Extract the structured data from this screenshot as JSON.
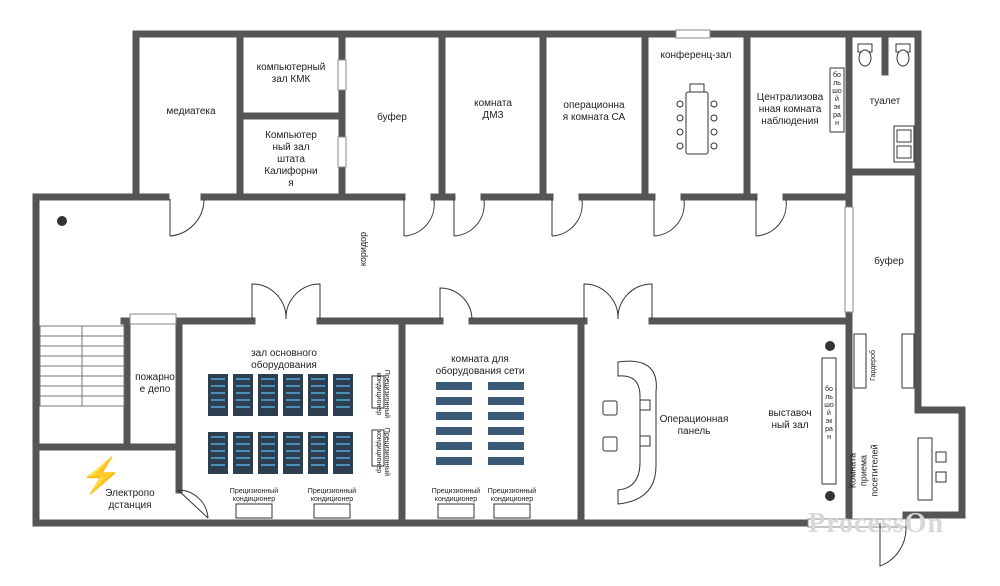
{
  "plan": {
    "rooms": {
      "mediateka": "медиатека",
      "kmk_room": "компьютерный\nзал КМК",
      "california_room": "Компьютер\nный зал\nштата\nКалифорни\nя",
      "buffer_top": "буфер",
      "dmz_room": "комната\nДМЗ",
      "ops_room_ca": "операционна\nя комната СА",
      "conference": "конференц-зал",
      "monitoring": "Централизова\nнная комната\nнаблюдения",
      "toilet": "туалет",
      "corridor": "коридор",
      "buffer_right": "буфер",
      "fire_depot": "пожарно\nе депо",
      "power_station": "Электропо\nдстанция",
      "main_equipment": "зал основного\nоборудования",
      "network_room": "комната для\nоборудования сети",
      "operations_panel": "Операционная\nпанель",
      "exhibition": "выставоч\nный зал",
      "reception": "Комната\nприема\nпосетителей",
      "wardrobe": "Гардероб",
      "big_screen_top": "бо\nль\nшо\nй\nэк\nра\nн",
      "big_screen_right": "бо\nль\nшо\nй\nэк\nра\nн"
    },
    "equipment": {
      "precision_ac": "Прецизионный\nкондиционер",
      "ac_vertical_1": "Прецизионный\nкондиционер",
      "ac_vertical_2": "Прецизионный\nкондиционер"
    },
    "watermark": "ProcessOn",
    "colors": {
      "wall": "#555555",
      "rack": "#2d3e50",
      "rack_light": "#4a8fb8",
      "switch": "#3a5a78",
      "lightning": "#3d8fd6"
    }
  }
}
